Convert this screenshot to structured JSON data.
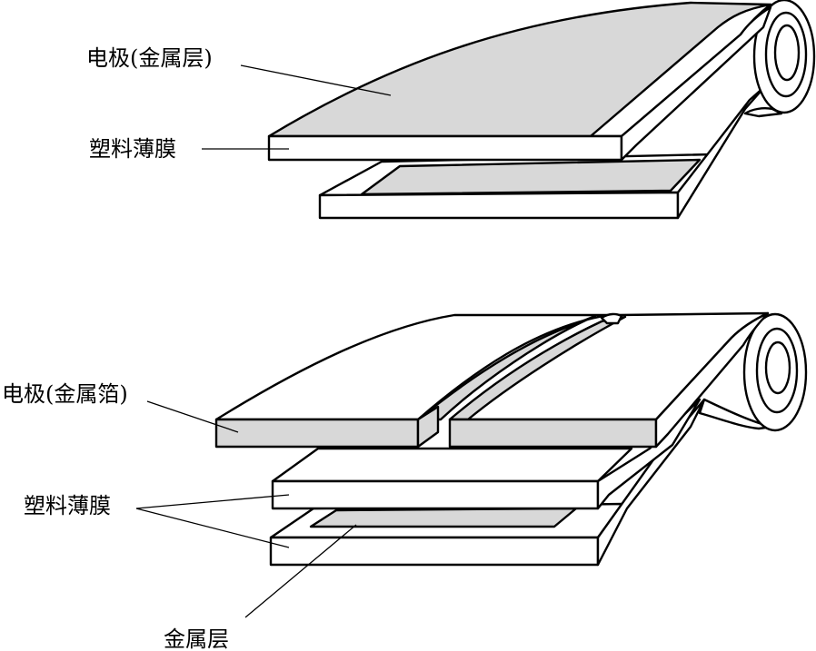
{
  "top_diagram": {
    "electrode_label": "电极(金属层)",
    "film_label": "塑料薄膜"
  },
  "bottom_diagram": {
    "electrode_label": "电极(金属箔)",
    "film_label": "塑料薄膜",
    "metal_layer_label": "金属层"
  }
}
